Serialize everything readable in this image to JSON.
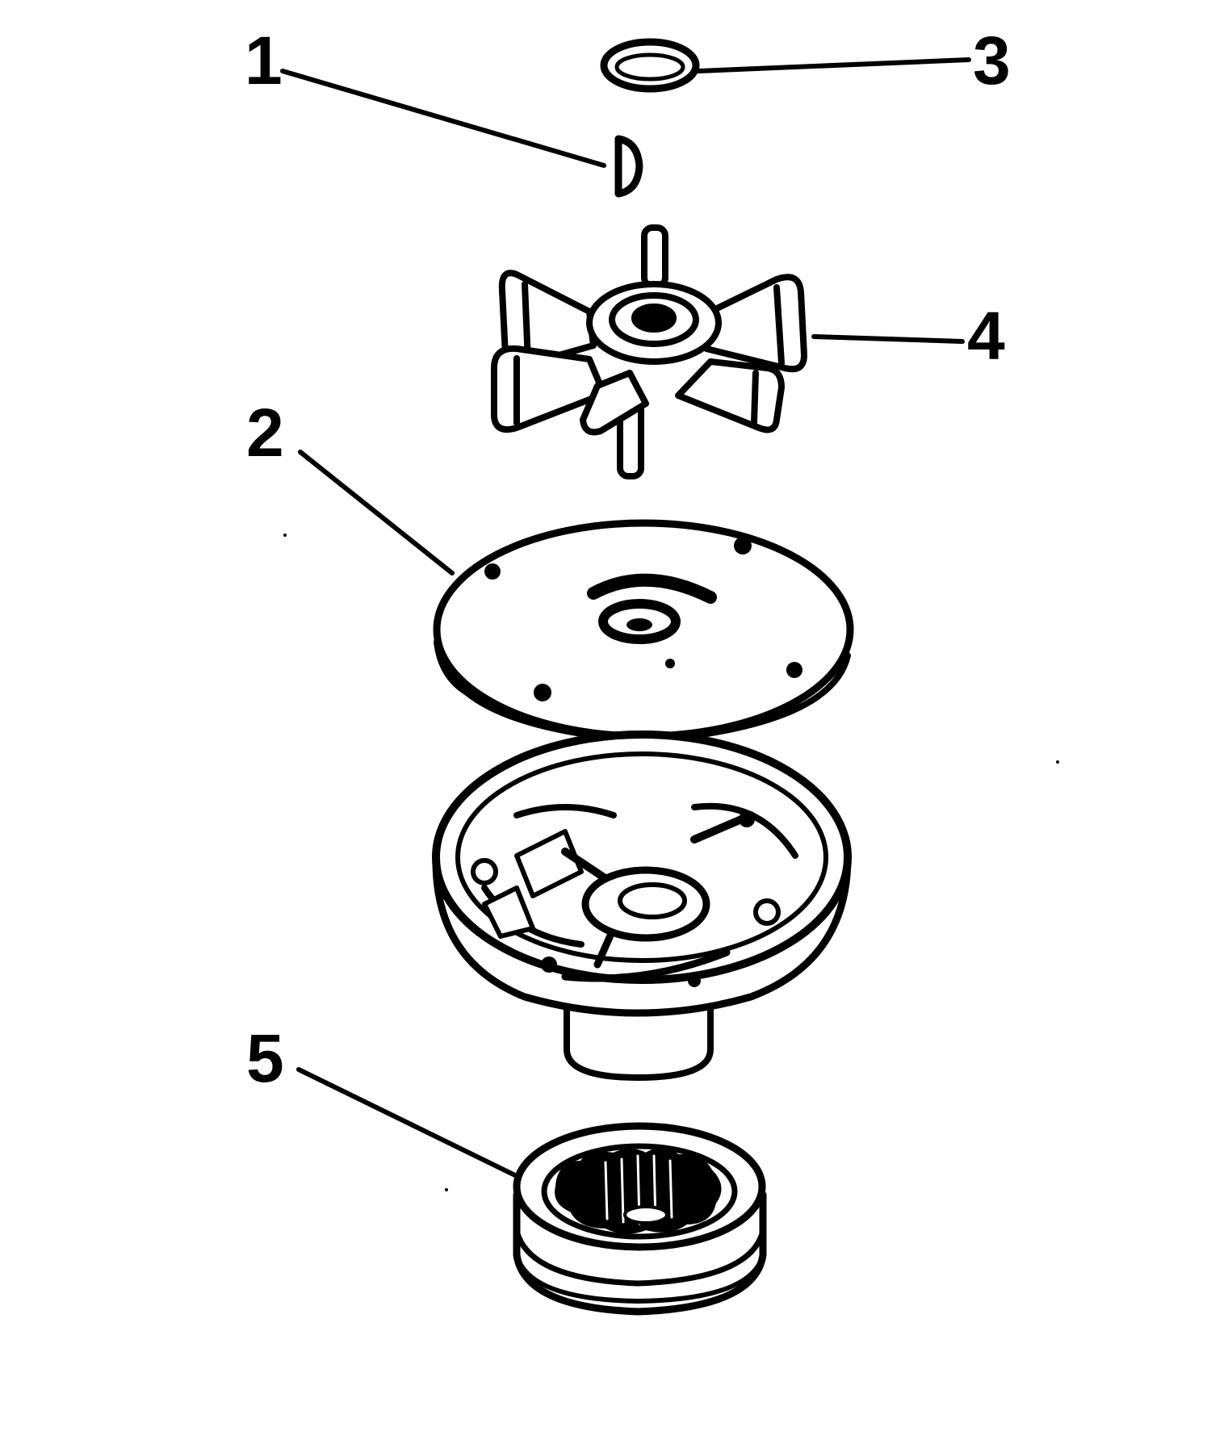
{
  "diagram": {
    "colors": {
      "ink": "#000000",
      "paper": "#ffffff",
      "tint": "#f2f2f2"
    },
    "callouts": [
      {
        "id": "1",
        "label": "1",
        "part": "impeller-key"
      },
      {
        "id": "2",
        "label": "2",
        "part": "impeller-plate"
      },
      {
        "id": "3",
        "label": "3",
        "part": "o-ring"
      },
      {
        "id": "4",
        "label": "4",
        "part": "impeller"
      },
      {
        "id": "5",
        "label": "5",
        "part": "grommet"
      }
    ]
  }
}
